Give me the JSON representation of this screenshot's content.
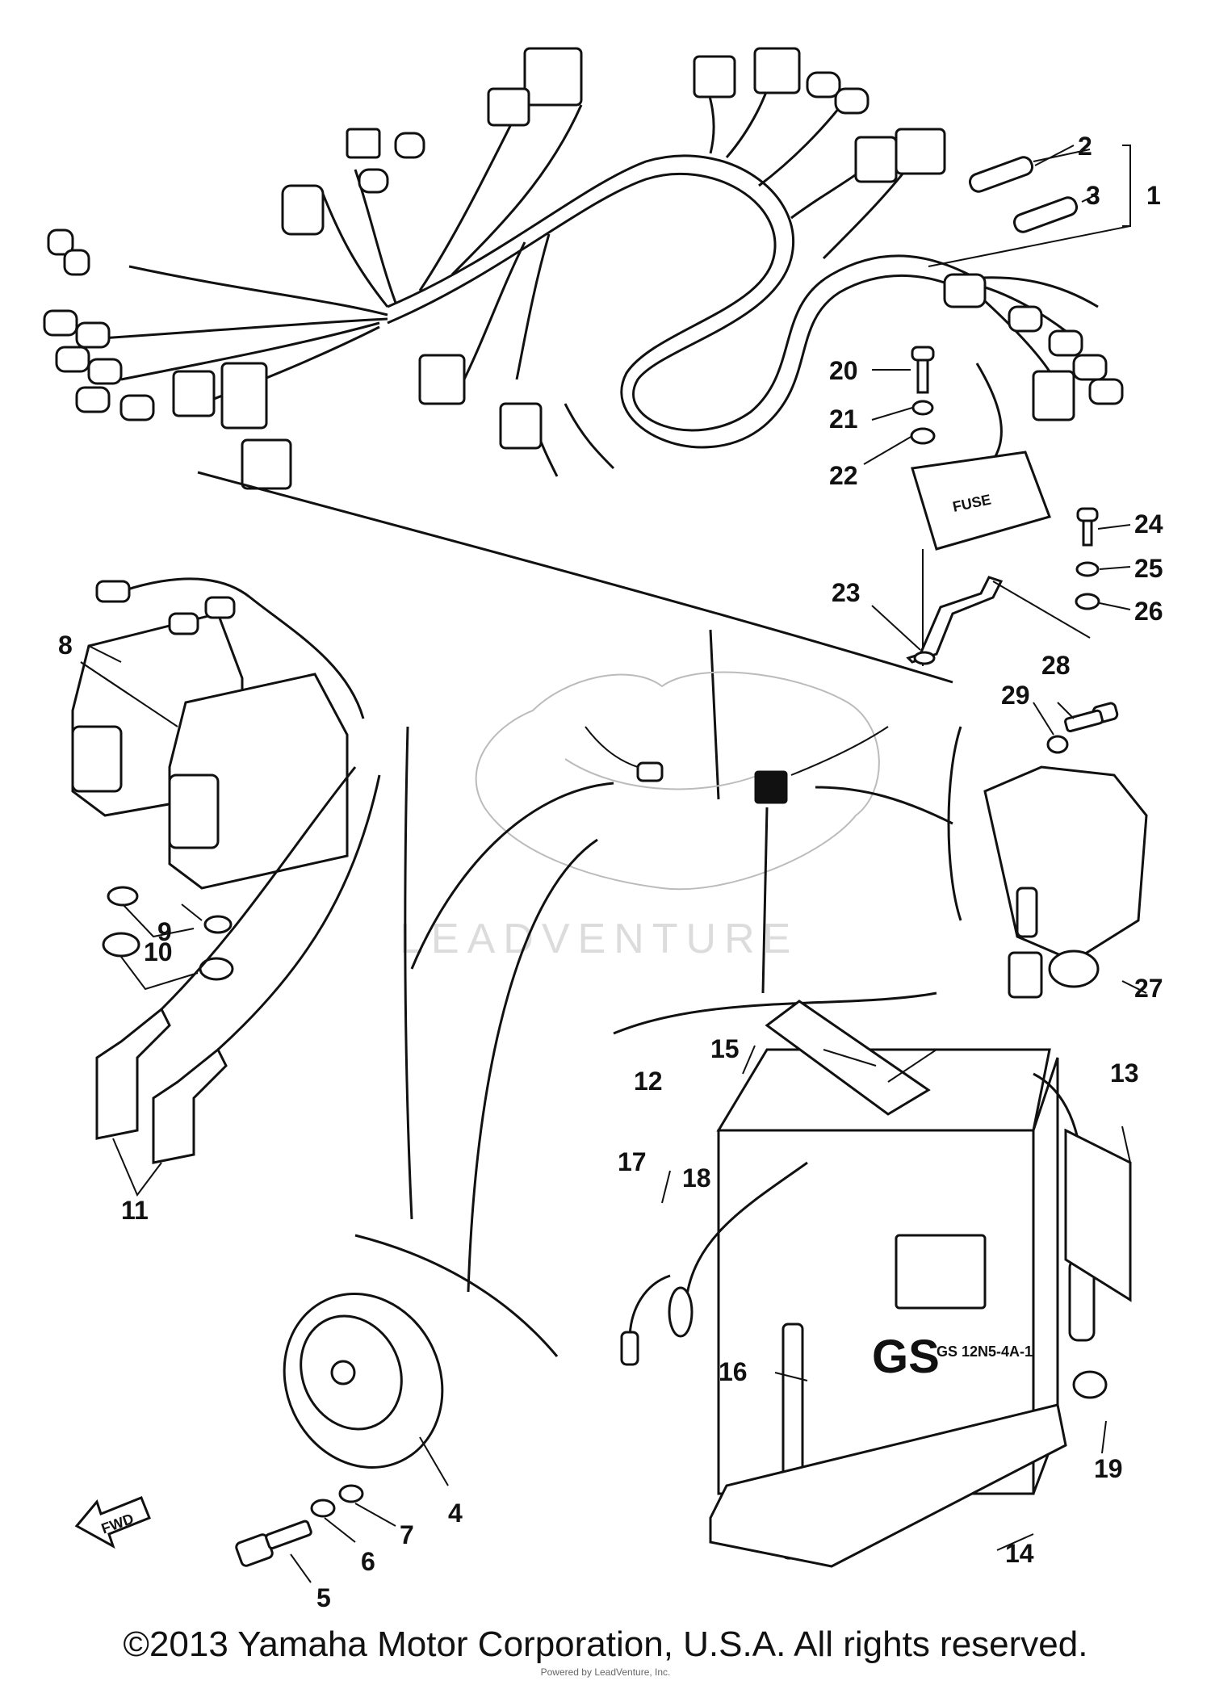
{
  "diagram": {
    "part_labels": {
      "p1": "1",
      "p2": "2",
      "p3": "3",
      "p4": "4",
      "p5": "5",
      "p6": "6",
      "p7": "7",
      "p8": "8",
      "p9": "9",
      "p10": "10",
      "p11": "11",
      "p12": "12",
      "p13": "13",
      "p14": "14",
      "p15": "15",
      "p16": "16",
      "p17": "17",
      "p18": "18",
      "p19": "19",
      "p20": "20",
      "p21": "21",
      "p22": "22",
      "p23": "23",
      "p24": "24",
      "p25": "25",
      "p26": "26",
      "p27": "27",
      "p28": "28",
      "p29": "29"
    },
    "fuse_box_text": "FUSE",
    "battery_brand": "GS",
    "battery_model": "GS 12N5-4A-1",
    "fwd_label": "FWD",
    "watermark": "LEADVENTURE"
  },
  "footer": {
    "copyright": "©2013 Yamaha Motor Corporation, U.S.A. All rights reserved.",
    "subnote": "Powered by LeadVenture, Inc."
  }
}
